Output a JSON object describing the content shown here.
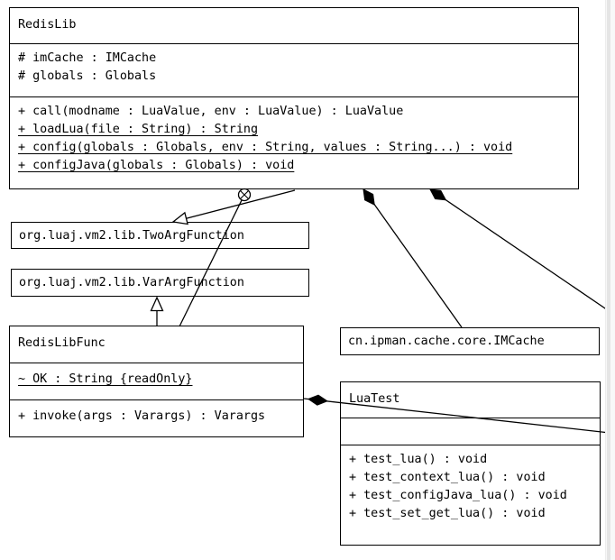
{
  "diagram_title": "UML class diagram",
  "classes": {
    "redis_lib": {
      "name": "RedisLib",
      "attributes": [
        "# imCache : IMCache",
        "# globals : Globals"
      ],
      "methods": [
        "+ call(modname : LuaValue, env : LuaValue) : LuaValue",
        "+ loadLua(file : String) : String",
        "+ config(globals : Globals, env : String, values : String...) : void",
        "+ configJava(globals : Globals) : void"
      ]
    },
    "two_arg_function": {
      "name": "org.luaj.vm2.lib.TwoArgFunction"
    },
    "var_arg_function": {
      "name": "org.luaj.vm2.lib.VarArgFunction"
    },
    "redis_lib_func": {
      "name": "RedisLibFunc",
      "attributes": [
        "~ OK : String {readOnly}"
      ],
      "methods": [
        "+ invoke(args : Varargs) : Varargs"
      ]
    },
    "im_cache": {
      "name": "cn.ipman.cache.core.IMCache"
    },
    "lua_test": {
      "name": "LuaTest",
      "attributes": [],
      "methods": [
        "+ test_lua() : void",
        "+ test_context_lua() : void",
        "+ test_configJava_lua() : void",
        "+ test_set_get_lua() : void"
      ]
    }
  },
  "relationships": [
    {
      "type": "generalization",
      "from": "RedisLib",
      "to": "org.luaj.vm2.lib.TwoArgFunction"
    },
    {
      "type": "generalization",
      "from": "RedisLibFunc",
      "to": "org.luaj.vm2.lib.VarArgFunction"
    },
    {
      "type": "containment",
      "from": "RedisLib",
      "to": "RedisLibFunc"
    },
    {
      "type": "composition",
      "from": "RedisLib",
      "to": "cn.ipman.cache.core.IMCache"
    },
    {
      "type": "composition",
      "from": "RedisLib",
      "to": null,
      "line_exits_right_edge": true
    },
    {
      "type": "composition",
      "from": "RedisLibFunc",
      "to": null,
      "line_exits_right_edge": true
    }
  ],
  "colors": {
    "line": "#000000",
    "background": "#ffffff",
    "scrollbar_track": "#f8f8f8",
    "scrollbar_line": "#e5e5e5"
  }
}
